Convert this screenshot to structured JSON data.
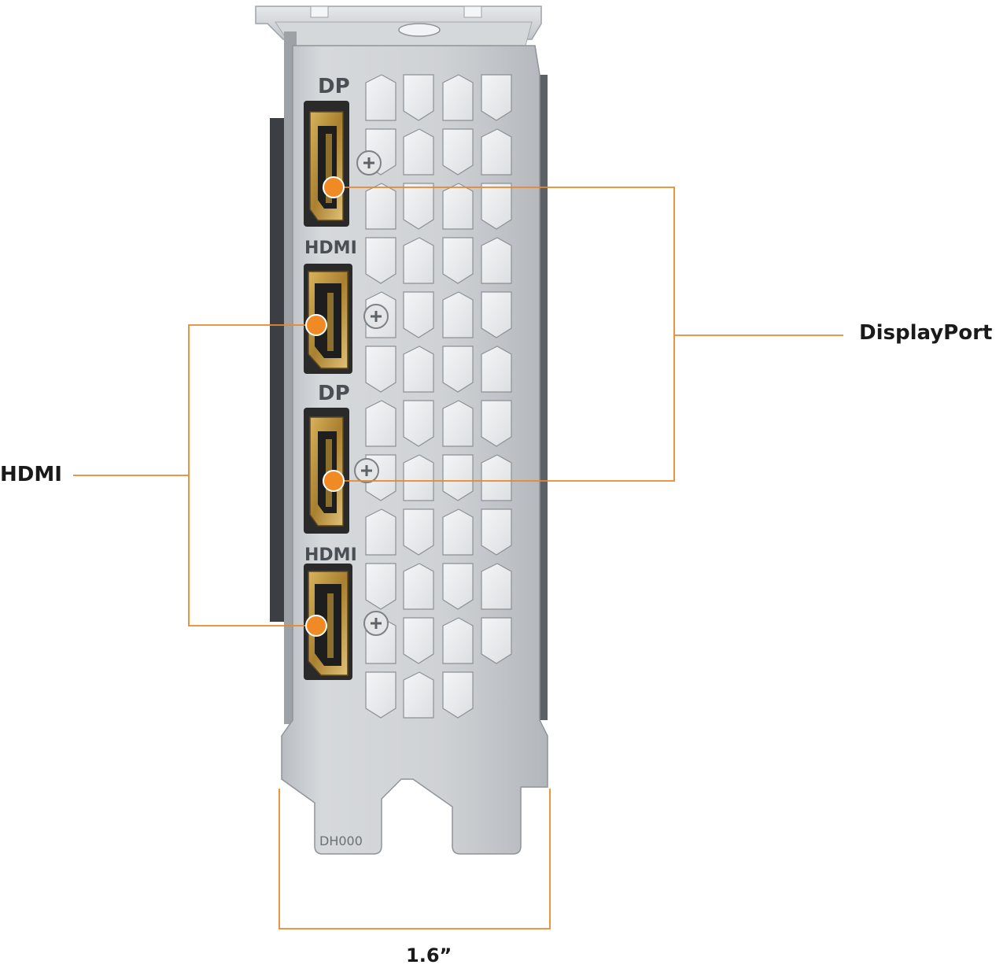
{
  "figure": {
    "subject": "Graphics card rear I/O bracket with display outputs",
    "colors": {
      "callout_line": "#e8892b",
      "marker_dot": "#f08a24",
      "bracket_metal": "#c9ccd0",
      "port_gold": "#b8923e",
      "label_text": "#1a1a1a"
    }
  },
  "port_silkscreen": [
    "DP",
    "HDMI",
    "DP",
    "HDMI"
  ],
  "bracket_marking": "DH000",
  "callouts": {
    "hdmi": "HDMI",
    "displayport": "DisplayPort"
  },
  "dimension": {
    "width_label": "1.6”"
  }
}
